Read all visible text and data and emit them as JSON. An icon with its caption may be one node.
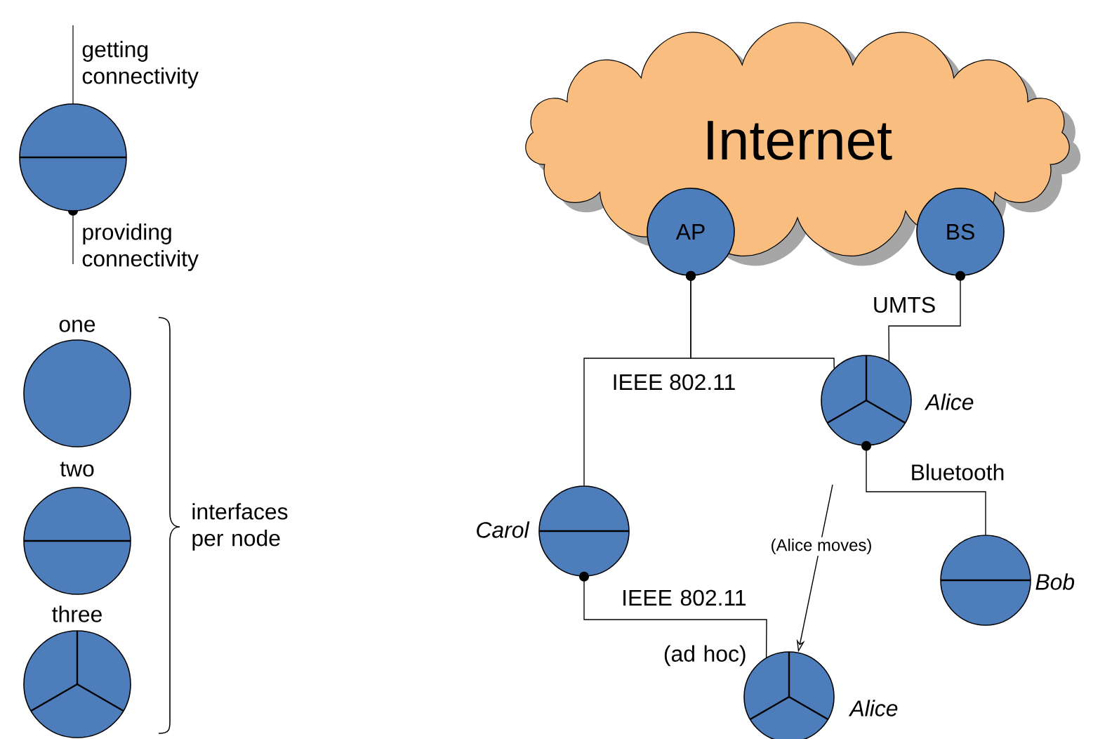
{
  "diagram": {
    "nodes": [
      {
        "text": [],
        "shape": "circle",
        "beside": [
          "getting connectivity",
          "providing connectivity"
        ]
      },
      {
        "text": [],
        "shape": "circle",
        "beside": [
          "one"
        ]
      },
      {
        "text": [],
        "shape": "circle",
        "beside": [
          "two"
        ]
      },
      {
        "text": [],
        "shape": "circle",
        "beside": [
          "three"
        ]
      },
      {
        "text": [
          "Internet"
        ]
      },
      {
        "text": [
          "AP"
        ]
      },
      {
        "text": [
          "BS"
        ]
      },
      {
        "text": [],
        "shape": "circle",
        "beside": [
          "Alice"
        ]
      },
      {
        "text": [],
        "shape": "circle",
        "beside": [
          "Carol"
        ]
      },
      {
        "text": [],
        "shape": "circle",
        "beside": [
          "Bob"
        ]
      },
      {
        "text": [],
        "shape": "circle",
        "beside": [
          "Alice"
        ]
      }
    ],
    "edges": [
      {
        "from": 5,
        "to": 8,
        "arrow": "other",
        "label": "IEEE 802.11"
      },
      {
        "from": 5,
        "to": 7,
        "arrow": "other"
      },
      {
        "from": 6,
        "to": 7,
        "arrow": "other",
        "label": "UMTS"
      },
      {
        "from": 7,
        "to": 9,
        "arrow": "other",
        "label": "Bluetooth"
      },
      {
        "from": 8,
        "to": 10,
        "arrow": "other",
        "label": "IEEE 802.11 (ad hoc)"
      },
      {
        "from": null,
        "to": 10,
        "arrow": "to",
        "label": "(Alice moves)"
      }
    ],
    "labels": [
      "interfaces per node"
    ]
  }
}
